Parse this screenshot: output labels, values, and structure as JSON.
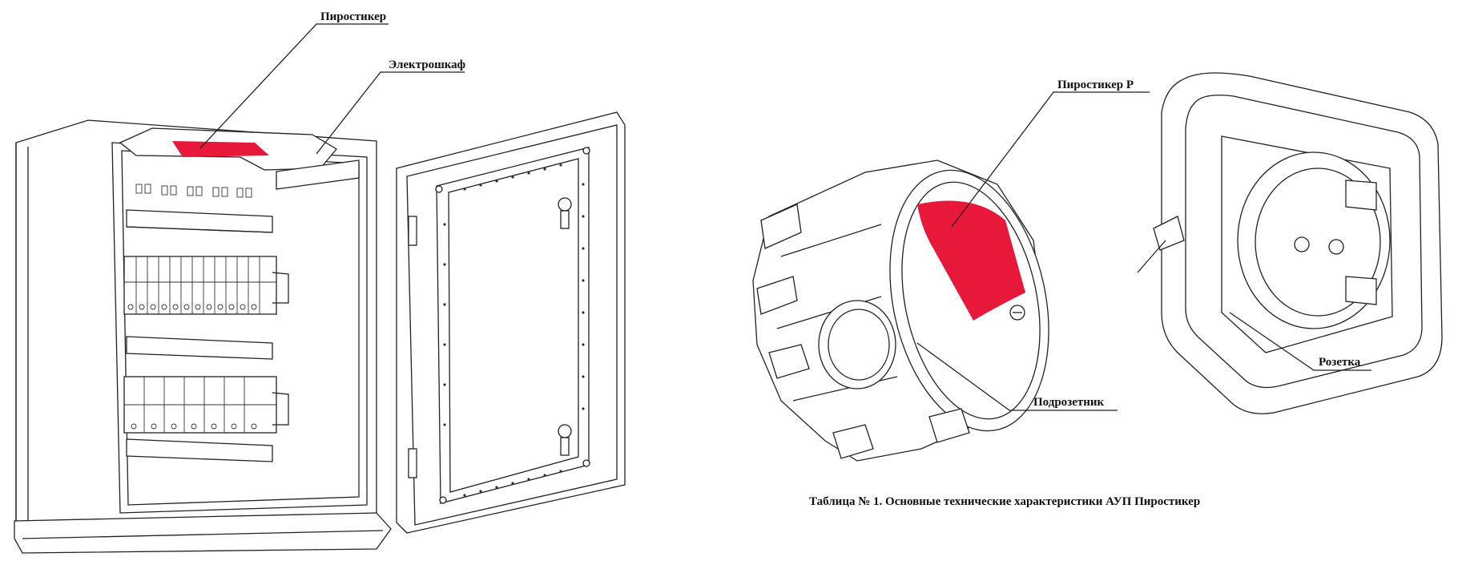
{
  "labels": {
    "pirostiker": "Пиростикер",
    "elektroshkaf": "Электрошкаф",
    "pirostiker_p": "Пиростикер Р",
    "rozetka": "Розетка",
    "podrozetnik": "Подрозетник"
  },
  "caption": "Таблица № 1. Основные технические характеристики АУП Пиростикер",
  "colors": {
    "sticker": "#e8183a",
    "line": "#222222",
    "background": "#ffffff"
  }
}
